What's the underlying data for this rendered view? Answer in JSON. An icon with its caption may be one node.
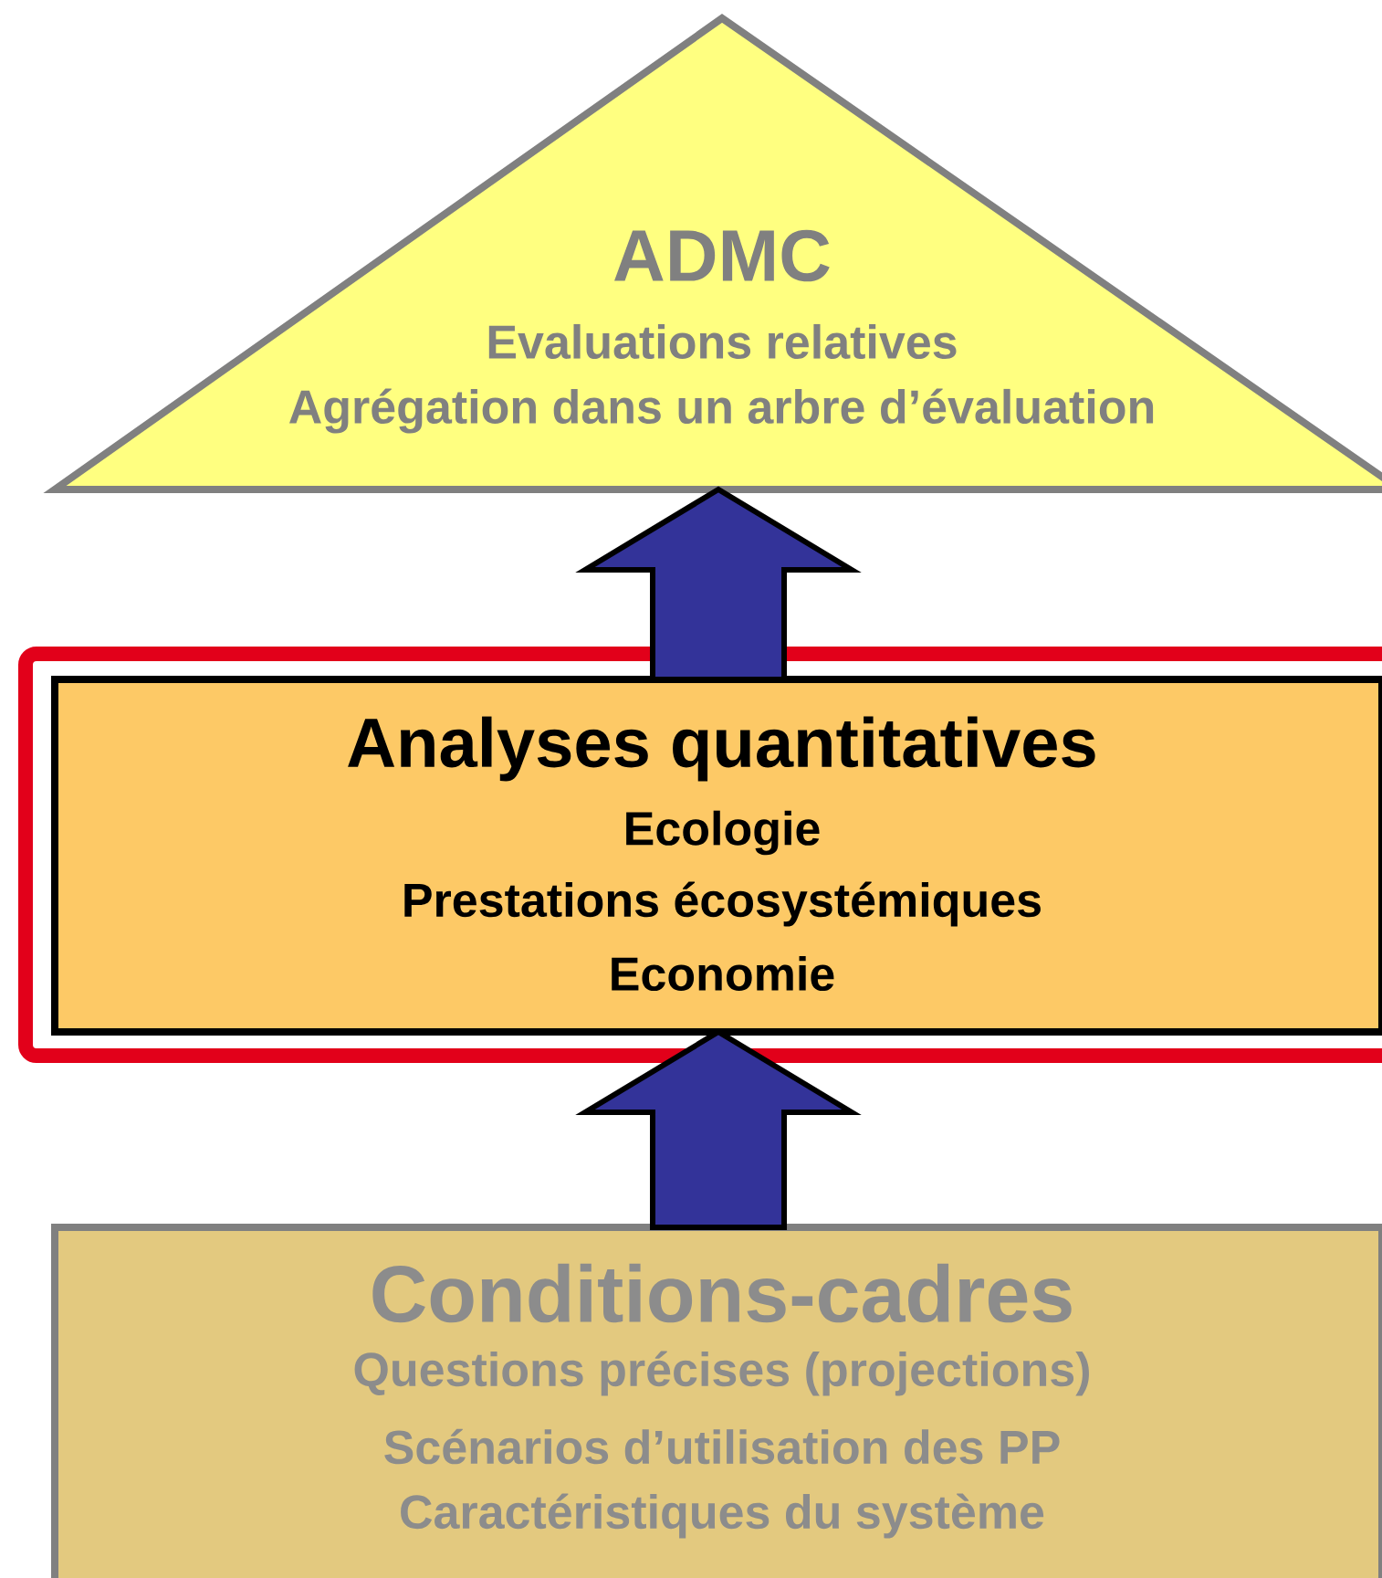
{
  "diagram": {
    "nodes": [
      {
        "text": [
          "ADMC",
          "Evaluations relatives",
          "Agrégation dans un arbre d’évaluation"
        ]
      },
      {
        "text": [
          "Analyses quantitatives",
          "Ecologie",
          "Prestations écosystémiques",
          "Economie"
        ]
      },
      {
        "text": [
          "Conditions-cadres",
          "Questions précises (projections)",
          "Scénarios d’utilisation des PP",
          "Caractéristiques du système"
        ]
      }
    ],
    "edges": [
      {
        "from": 2,
        "to": 1,
        "arrow": "to"
      },
      {
        "from": 1,
        "to": 0,
        "arrow": "to"
      }
    ]
  }
}
